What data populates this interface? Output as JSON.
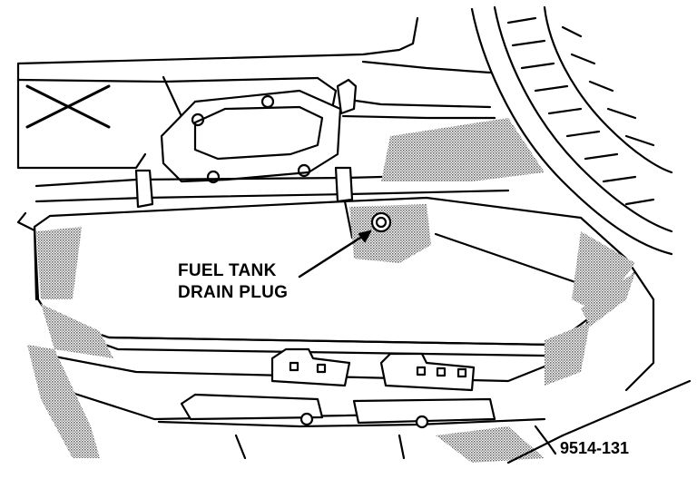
{
  "callout": {
    "line1": "FUEL TANK",
    "line2": "DRAIN PLUG"
  },
  "figure_id": "9514-131",
  "colors": {
    "ink": "#000000",
    "hatch": "#8a8a8a",
    "paper": "#ffffff"
  }
}
